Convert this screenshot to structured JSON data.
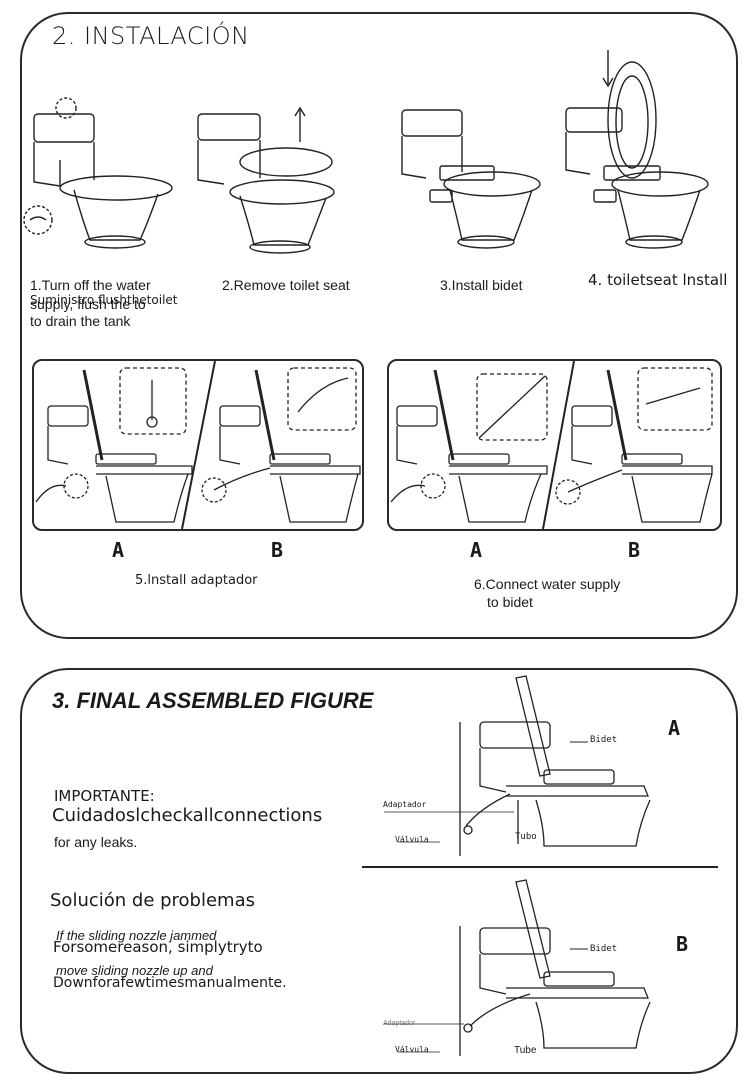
{
  "section_install": {
    "title": "2. INSTALACIÓN",
    "steps": [
      {
        "line1": "1.Turn off the water",
        "line2": "supply, flush the to",
        "line2_overlay": "Suministro  flushthetoilet",
        "line3": "to drain the tank"
      },
      {
        "line1": "2.Remove  toilet seat"
      },
      {
        "line1": "3.Install bidet"
      },
      {
        "line1": "4. toiletseat lnstall"
      }
    ],
    "adapter_panel": {
      "label_a": "A",
      "label_b": "B",
      "caption": "5.lnstall adaptador"
    },
    "connect_panel": {
      "label_a": "A",
      "label_b": "B",
      "caption_line1": "6.Connect water supply",
      "caption_line2": "to bidet"
    }
  },
  "section_final": {
    "title": "3. FINAL ASSEMBLED FIGURE",
    "important_label": "IMPORTANTE:",
    "important_line1": "Cuidadoslcheckallconnections",
    "important_line2": "for any leaks.",
    "troubleshoot_title": "Solución de problemas",
    "trouble_line1": "If the sliding nozzle jammed",
    "trouble_line2": "Forsomereason, simplytryto",
    "trouble_line3": "move sliding nozzle up and",
    "trouble_line4": "Downforafewtimesmanualmente.",
    "figure_a": {
      "letter": "A",
      "bidet": "Bidet",
      "adapter": "Adaptador",
      "valve": "Válvula",
      "tube": "Tubo"
    },
    "figure_b": {
      "letter": "B",
      "bidet": "Bidet",
      "adapter": "Adaptador",
      "valve": "Válvula",
      "tube": "Tube"
    }
  }
}
